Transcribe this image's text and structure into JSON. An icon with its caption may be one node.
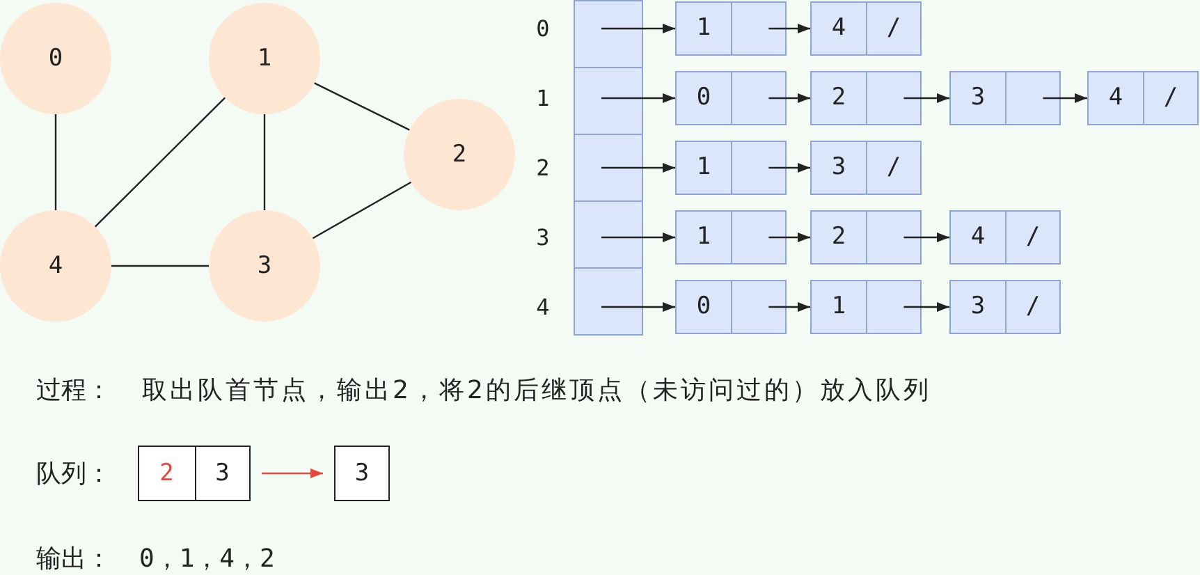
{
  "diagram": {
    "nodes": [
      {
        "text": [
          "0"
        ]
      },
      {
        "text": [
          "1"
        ]
      },
      {
        "text": [
          "2"
        ]
      },
      {
        "text": [
          "4"
        ]
      },
      {
        "text": [
          "3"
        ]
      },
      {
        "text": [],
        "shape": "box",
        "beside": [
          "0"
        ]
      },
      {
        "text": [
          "1"
        ]
      },
      {
        "text": [
          "4",
          "/"
        ]
      },
      {
        "text": [],
        "shape": "box",
        "beside": [
          "1"
        ]
      },
      {
        "text": [
          "0"
        ]
      },
      {
        "text": [
          "2"
        ]
      },
      {
        "text": [
          "3"
        ]
      },
      {
        "text": [
          "4",
          "/"
        ]
      },
      {
        "text": [],
        "shape": "box",
        "beside": [
          "2"
        ]
      },
      {
        "text": [
          "1"
        ]
      },
      {
        "text": [
          "3",
          "/"
        ]
      },
      {
        "text": [],
        "shape": "box",
        "beside": [
          "3"
        ]
      },
      {
        "text": [
          "1"
        ]
      },
      {
        "text": [
          "2"
        ]
      },
      {
        "text": [
          "4",
          "/"
        ]
      },
      {
        "text": [],
        "shape": "box",
        "beside": [
          "4"
        ]
      },
      {
        "text": [
          "0"
        ]
      },
      {
        "text": [
          "1"
        ]
      },
      {
        "text": [
          "3",
          "/"
        ]
      },
      {
        "text": [
          "2",
          "3"
        ]
      },
      {
        "text": [
          "3"
        ]
      }
    ],
    "edges": [
      {
        "from": 0,
        "to": 3,
        "arrow": "none"
      },
      {
        "from": 1,
        "to": 2,
        "arrow": "none"
      },
      {
        "from": 1,
        "to": 3,
        "arrow": "none"
      },
      {
        "from": 1,
        "to": 4,
        "arrow": "none"
      },
      {
        "from": 2,
        "to": 4,
        "arrow": "none"
      },
      {
        "from": 3,
        "to": 4,
        "arrow": "none"
      },
      {
        "from": 5,
        "to": 6,
        "arrow": "to"
      },
      {
        "from": 6,
        "to": 7,
        "arrow": "to"
      },
      {
        "from": 8,
        "to": 9,
        "arrow": "to"
      },
      {
        "from": 9,
        "to": 10,
        "arrow": "to"
      },
      {
        "from": 10,
        "to": 11,
        "arrow": "to"
      },
      {
        "from": 11,
        "to": 12,
        "arrow": "to"
      },
      {
        "from": 13,
        "to": 14,
        "arrow": "to"
      },
      {
        "from": 14,
        "to": 15,
        "arrow": "to"
      },
      {
        "from": 16,
        "to": 17,
        "arrow": "to"
      },
      {
        "from": 17,
        "to": 18,
        "arrow": "to"
      },
      {
        "from": 18,
        "to": 19,
        "arrow": "to"
      },
      {
        "from": 20,
        "to": 21,
        "arrow": "to"
      },
      {
        "from": 21,
        "to": 22,
        "arrow": "to"
      },
      {
        "from": 22,
        "to": 23,
        "arrow": "to"
      },
      {
        "from": 24,
        "to": 25,
        "arrow": "to",
        "color": "#e5473d"
      }
    ],
    "labels": [
      "过程：",
      "取出队首节点，输出2，将2的后继顶点（未访问过的）放入队列",
      "队列：",
      "输出：",
      "0，1，4，2"
    ]
  }
}
